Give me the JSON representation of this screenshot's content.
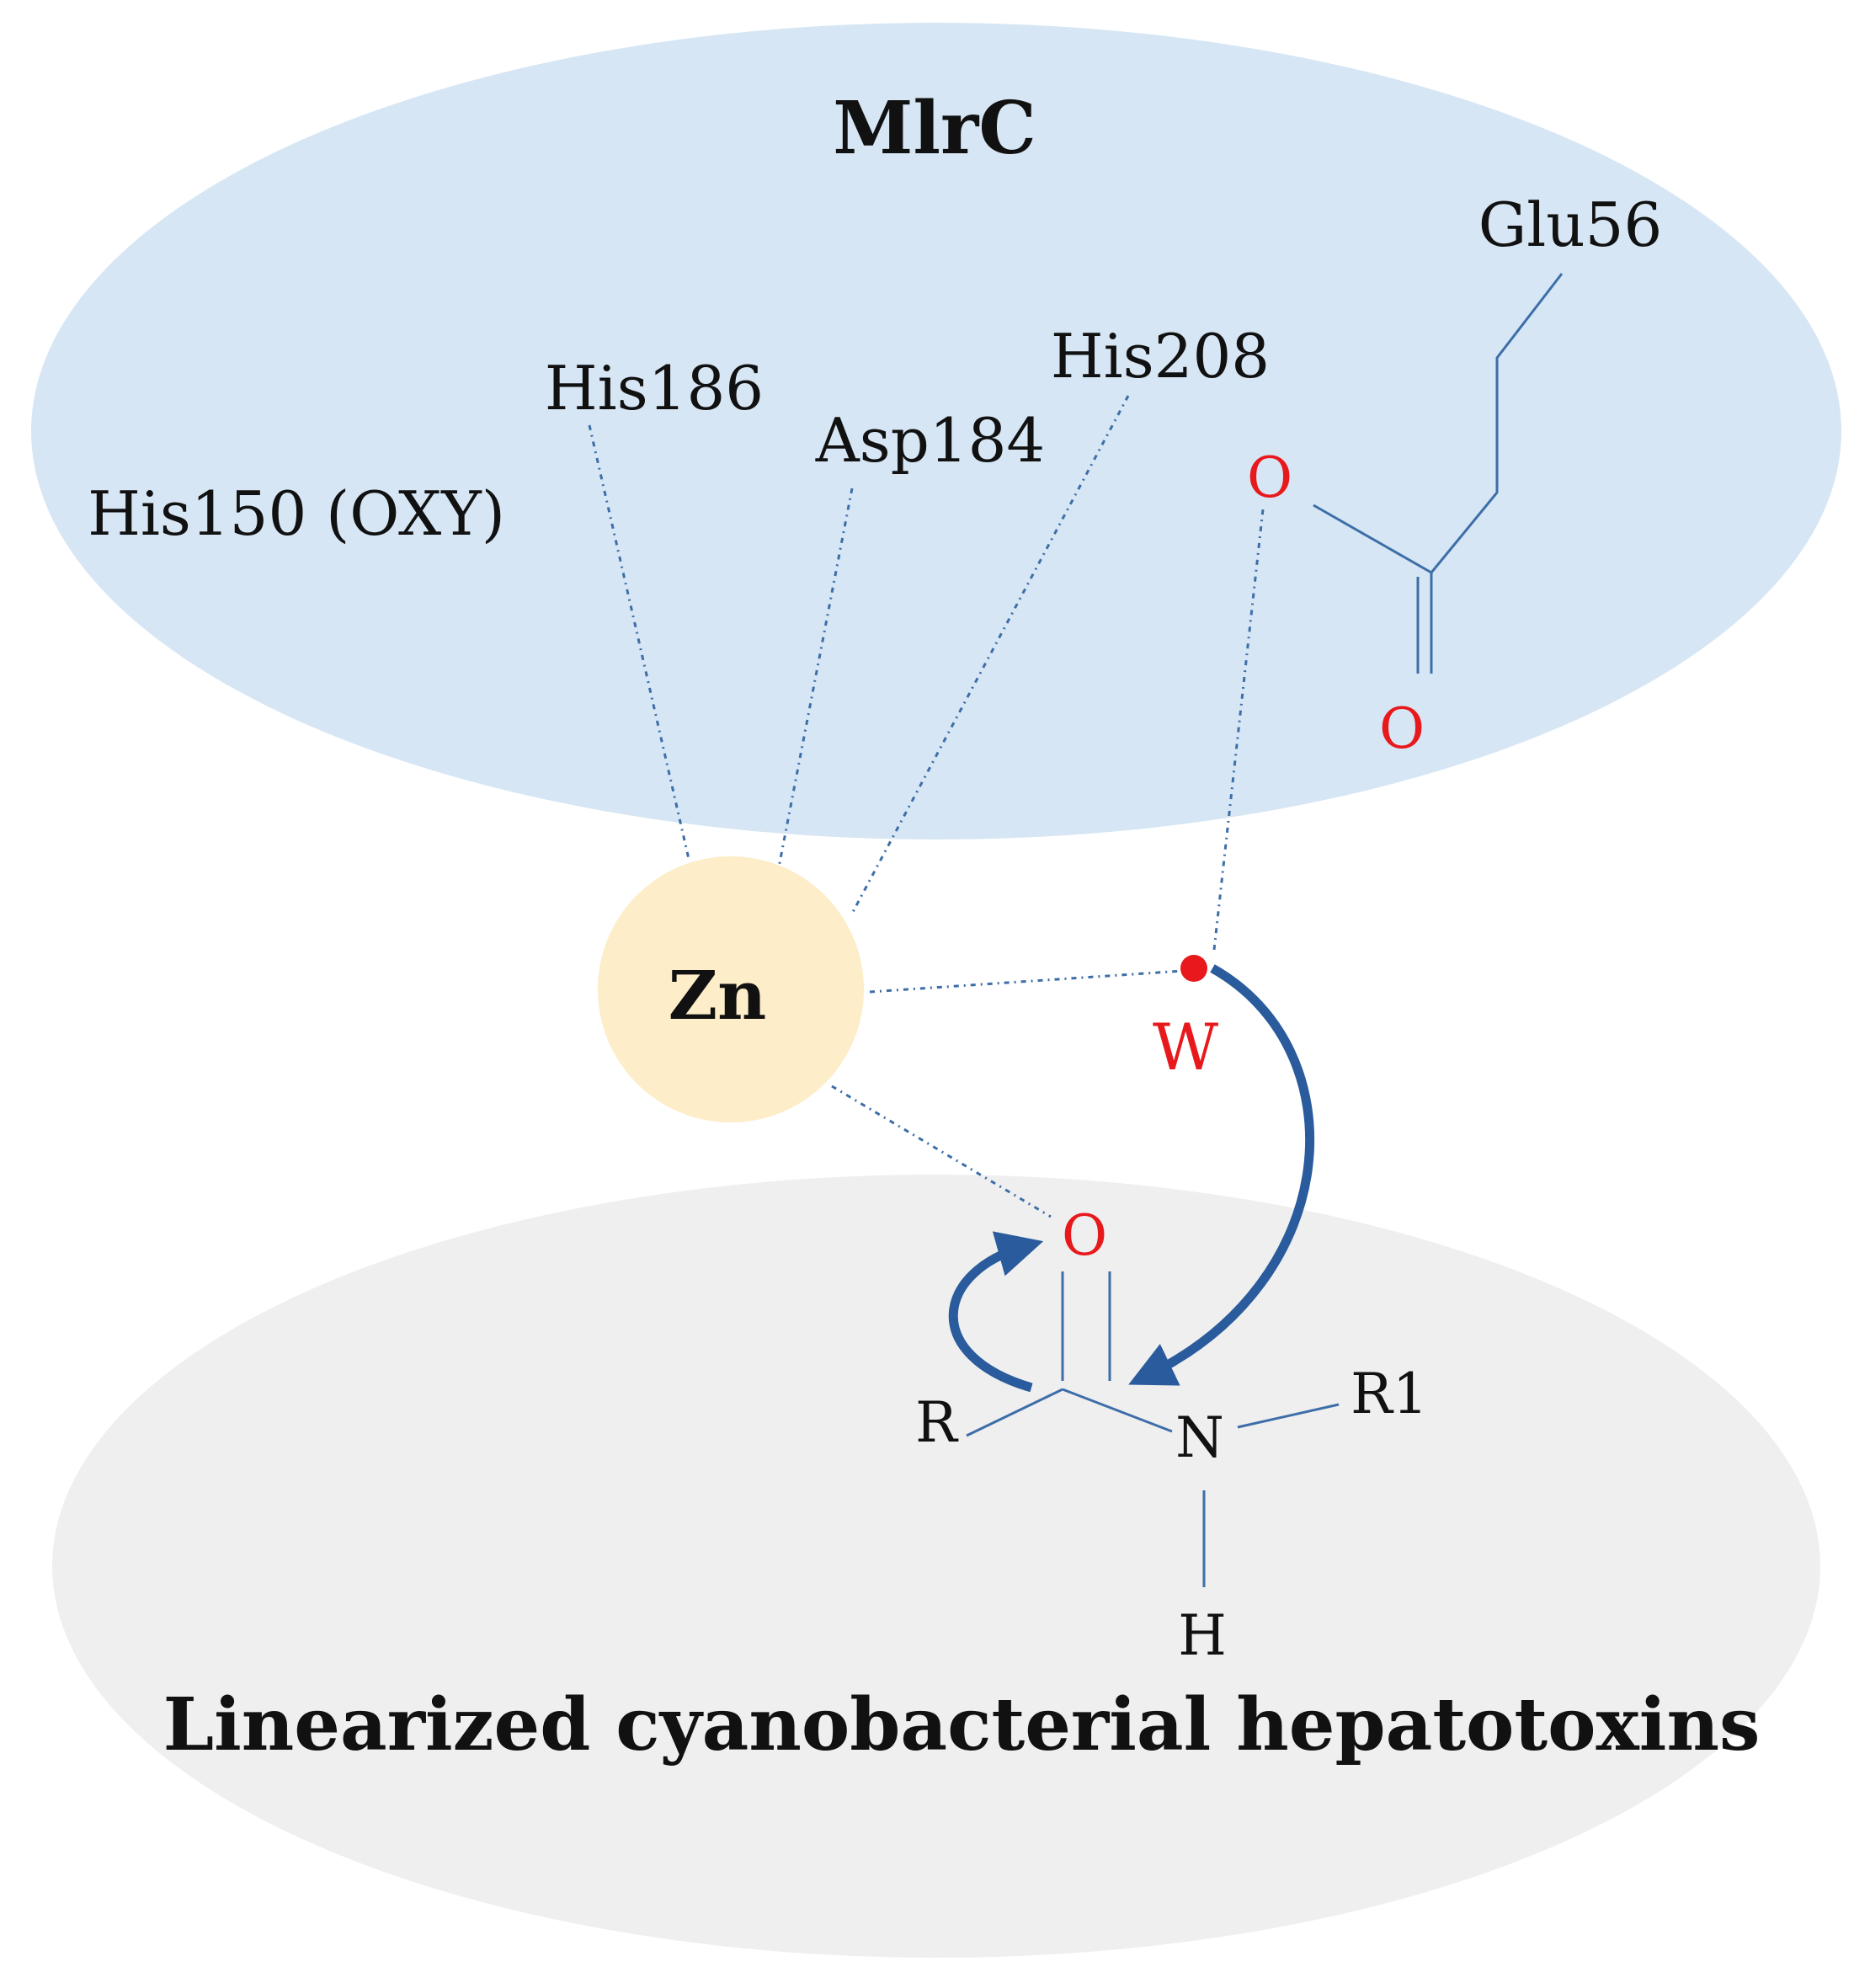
{
  "colors": {
    "enzyme_region": "#d6e6f4",
    "substrate_region": "#efefef",
    "zinc": "#fdedc8",
    "oxygen": "#e8191c",
    "bond": "#3d6ea8",
    "arrow": "#2a5b9c",
    "text": "#111111"
  },
  "enzyme": {
    "title": "MlrC",
    "residues": {
      "his150": "His150 (OXY)",
      "his186": "His186",
      "asp184": "Asp184",
      "his208": "His208",
      "glu56": "Glu56"
    },
    "glu56_oxygen_a": "O",
    "glu56_oxygen_b": "O"
  },
  "metal": {
    "label": "Zn"
  },
  "water": {
    "label": "W"
  },
  "substrate": {
    "title": "Linearized cyanobacterial hepatotoxins",
    "carbonyl_oxygen": "O",
    "r_group": "R",
    "nitrogen": "N",
    "r1_group": "R1",
    "hydrogen": "H"
  }
}
